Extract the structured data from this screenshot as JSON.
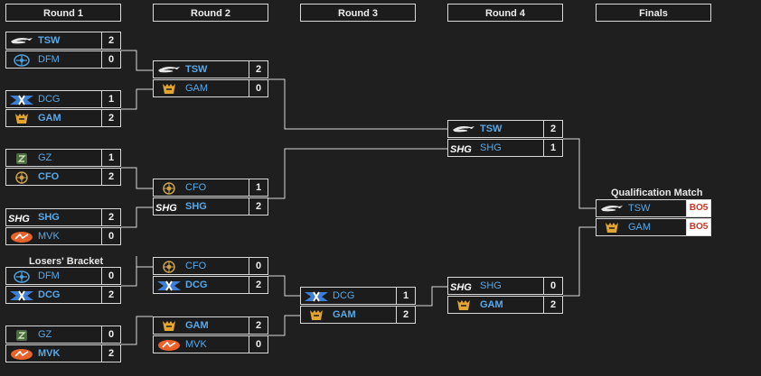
{
  "rounds": [
    "Round 1",
    "Round 2",
    "Round 3",
    "Round 4",
    "Finals"
  ],
  "labels": {
    "losers_bracket": "Losers' Bracket",
    "qualification_match": "Qualification Match"
  },
  "matches": {
    "r1_m1": [
      {
        "team": "TSW",
        "score": "2",
        "logo": "tsw",
        "winner": true
      },
      {
        "team": "DFM",
        "score": "0",
        "logo": "dfm",
        "winner": false
      }
    ],
    "r1_m2": [
      {
        "team": "DCG",
        "score": "1",
        "logo": "dcg",
        "winner": false
      },
      {
        "team": "GAM",
        "score": "2",
        "logo": "gam",
        "winner": true
      }
    ],
    "r1_m3": [
      {
        "team": "GZ",
        "score": "1",
        "logo": "gz",
        "winner": false
      },
      {
        "team": "CFO",
        "score": "2",
        "logo": "cfo",
        "winner": true
      }
    ],
    "r1_m4": [
      {
        "team": "SHG",
        "score": "2",
        "logo": "shg",
        "winner": true
      },
      {
        "team": "MVK",
        "score": "0",
        "logo": "mvk",
        "winner": false
      }
    ],
    "r1_m5": [
      {
        "team": "DFM",
        "score": "0",
        "logo": "dfm",
        "winner": false
      },
      {
        "team": "DCG",
        "score": "2",
        "logo": "dcg",
        "winner": true
      }
    ],
    "r1_m6": [
      {
        "team": "GZ",
        "score": "0",
        "logo": "gz",
        "winner": false
      },
      {
        "team": "MVK",
        "score": "2",
        "logo": "mvk",
        "winner": true
      }
    ],
    "r2_m1": [
      {
        "team": "TSW",
        "score": "2",
        "logo": "tsw",
        "winner": true
      },
      {
        "team": "GAM",
        "score": "0",
        "logo": "gam",
        "winner": false
      }
    ],
    "r2_m2": [
      {
        "team": "CFO",
        "score": "1",
        "logo": "cfo",
        "winner": false
      },
      {
        "team": "SHG",
        "score": "2",
        "logo": "shg",
        "winner": true
      }
    ],
    "r2_m3": [
      {
        "team": "CFO",
        "score": "0",
        "logo": "cfo",
        "winner": false
      },
      {
        "team": "DCG",
        "score": "2",
        "logo": "dcg",
        "winner": true
      }
    ],
    "r2_m4": [
      {
        "team": "GAM",
        "score": "2",
        "logo": "gam",
        "winner": true
      },
      {
        "team": "MVK",
        "score": "0",
        "logo": "mvk",
        "winner": false
      }
    ],
    "r3_m1": [
      {
        "team": "DCG",
        "score": "1",
        "logo": "dcg",
        "winner": false
      },
      {
        "team": "GAM",
        "score": "2",
        "logo": "gam",
        "winner": true
      }
    ],
    "r4_m1": [
      {
        "team": "TSW",
        "score": "2",
        "logo": "tsw",
        "winner": true
      },
      {
        "team": "SHG",
        "score": "1",
        "logo": "shg",
        "winner": false
      }
    ],
    "r4_m2": [
      {
        "team": "SHG",
        "score": "0",
        "logo": "shg",
        "winner": false
      },
      {
        "team": "GAM",
        "score": "2",
        "logo": "gam",
        "winner": true
      }
    ],
    "final": [
      {
        "team": "TSW",
        "score": "BO5",
        "logo": "tsw",
        "winner": false
      },
      {
        "team": "GAM",
        "score": "BO5",
        "logo": "gam",
        "winner": false
      }
    ]
  },
  "colors": {
    "team_name": "#57a9e9",
    "border": "#d9d9d9",
    "background": "#1f1f1f",
    "bo5_text": "#c0392b"
  }
}
